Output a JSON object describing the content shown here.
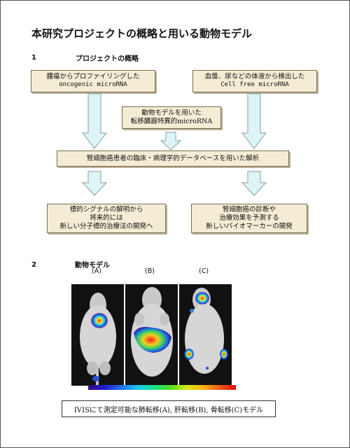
{
  "title": "本研究プロジェクトの概略と用いる動物モデル",
  "section1": {
    "number": "1",
    "heading": "プロジェクトの概略"
  },
  "boxes": {
    "top_left": {
      "line1": "腫瘍からプロファイリングした",
      "line2": "oncogenic microRNA"
    },
    "top_right": {
      "line1": "血漿、尿などの体液から検出した",
      "line2": "Cell free microRNA"
    },
    "middle": {
      "line1": "動物モデルを用いた",
      "line2": "転移臓器特異的microRNA"
    },
    "analysis": {
      "line1": "腎細胞癌患者の臨床・病理学的データベースを用いた解析"
    },
    "bottom_left": {
      "line1": "標的シグナルの解明から",
      "line2": "将来的には",
      "line3": "新しい分子標的治療法の開発へ"
    },
    "bottom_right": {
      "line1": "腎細胞癌の診断や",
      "line2": "治療効果を予測する",
      "line3": "新しいバイオマーカーの開発"
    }
  },
  "section2": {
    "number": "2",
    "heading": "動物モデル"
  },
  "panels": [
    {
      "label": "(A)"
    },
    {
      "label": "(B)"
    },
    {
      "label": "(C)"
    }
  ],
  "caption": "IVISにて測定可能な肺転移(A), 肝転移(B), 骨転移(C)モデル",
  "colors": {
    "box_fill": "#f4ecd4",
    "arrow_fill": "#dff4f7",
    "arrow_stroke": "#7f9fa6"
  }
}
